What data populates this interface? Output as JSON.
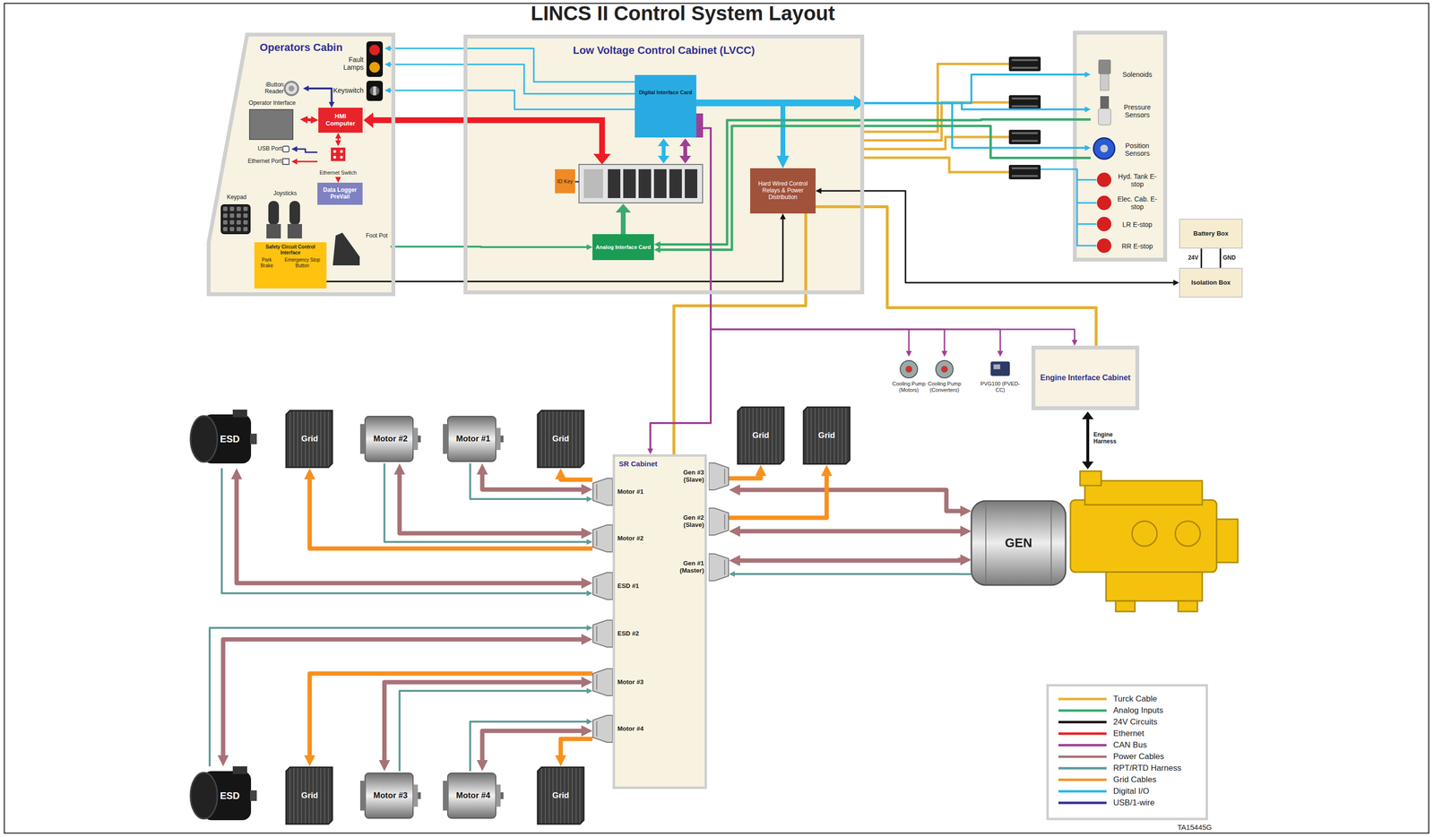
{
  "diagram": {
    "title": "LINCS II Control System Layout",
    "nodes": [
      {
        "text": [
          "Operators Cabin"
        ]
      },
      {
        "text": [
          "Fault Lamps"
        ],
        "in": 0
      },
      {
        "text": [
          "Keyswitch"
        ],
        "in": 0
      },
      {
        "text": [
          "iButton Reader"
        ],
        "in": 0
      },
      {
        "text": [
          "Operator Interface"
        ],
        "in": 0
      },
      {
        "text": [
          "HMI Computer"
        ],
        "in": 0
      },
      {
        "text": [
          "USB Port"
        ],
        "in": 0
      },
      {
        "text": [
          "Ethernet Port"
        ],
        "in": 0
      },
      {
        "text": [
          "Ethernet Switch"
        ],
        "in": 0
      },
      {
        "text": [
          "Data Logger PreVail"
        ],
        "in": 0
      },
      {
        "text": [
          "Keypad"
        ],
        "in": 0
      },
      {
        "text": [
          "Joysticks"
        ],
        "in": 0
      },
      {
        "text": [
          "Foot Pot"
        ],
        "in": 0
      },
      {
        "text": [
          "Safety Circuit Control Interface",
          "Park Brake",
          "Emergency Stop Button"
        ],
        "in": 0
      },
      {
        "text": [
          "Low Voltage Control Cabinet (LVCC)"
        ]
      },
      {
        "text": [
          "Digital Interface Card"
        ],
        "in": 14
      },
      {
        "text": [
          "ID Key"
        ],
        "in": 14
      },
      {
        "text": [
          "Analog Interface Card"
        ],
        "in": 14
      },
      {
        "text": [
          "Hard Wired Control Relays & Power Distribution"
        ],
        "in": 14
      },
      {
        "text": [
          "Solenoids"
        ]
      },
      {
        "text": [
          "Pressure Sensors"
        ]
      },
      {
        "text": [
          "Position Sensors"
        ]
      },
      {
        "text": [
          "Hyd. Tank E-stop"
        ]
      },
      {
        "text": [
          "Elec. Cab. E-stop"
        ]
      },
      {
        "text": [
          "LR E-stop"
        ]
      },
      {
        "text": [
          "RR E-stop"
        ]
      },
      {
        "text": [
          "Battery Box"
        ]
      },
      {
        "text": [
          "Isolation Box"
        ]
      },
      {
        "text": [
          "Engine Interface Cabinet"
        ]
      },
      {
        "text": [
          "Cooling Pump (Motors)"
        ]
      },
      {
        "text": [
          "Cooling Pump (Converters)"
        ]
      },
      {
        "text": [
          "PVG100 (PVED-CC)"
        ]
      },
      {
        "text": [
          "SR Cabinet"
        ]
      },
      {
        "text": [
          "Motor #1"
        ],
        "in": 32
      },
      {
        "text": [
          "Motor #2"
        ],
        "in": 32
      },
      {
        "text": [
          "ESD #1"
        ],
        "in": 32
      },
      {
        "text": [
          "ESD #2"
        ],
        "in": 32
      },
      {
        "text": [
          "Motor #3"
        ],
        "in": 32
      },
      {
        "text": [
          "Motor #4"
        ],
        "in": 32
      },
      {
        "text": [
          "Gen #3 (Slave)"
        ],
        "in": 32
      },
      {
        "text": [
          "Gen #2 (Slave)"
        ],
        "in": 32
      },
      {
        "text": [
          "Gen #1 (Master)"
        ],
        "in": 32
      },
      {
        "text": [
          "ESD"
        ]
      },
      {
        "text": [
          "Grid"
        ]
      },
      {
        "text": [
          "Motor #2"
        ]
      },
      {
        "text": [
          "Motor #1"
        ]
      },
      {
        "text": [
          "Grid"
        ]
      },
      {
        "text": [
          "Grid"
        ]
      },
      {
        "text": [
          "Grid"
        ]
      },
      {
        "text": [
          "GEN"
        ]
      },
      {
        "text": [
          "ESD"
        ]
      },
      {
        "text": [
          "Grid"
        ]
      },
      {
        "text": [
          "Motor #3"
        ]
      },
      {
        "text": [
          "Motor #4"
        ]
      },
      {
        "text": [
          "Grid"
        ]
      }
    ],
    "edges": [
      {
        "from": 4,
        "to": 5,
        "arrow": "both"
      },
      {
        "from": 3,
        "to": 5,
        "arrow": "both"
      },
      {
        "from": 5,
        "to": 8,
        "arrow": "both"
      },
      {
        "from": 8,
        "to": 6,
        "arrow": "to"
      },
      {
        "from": 8,
        "to": 7,
        "arrow": "to"
      },
      {
        "from": 8,
        "to": 9,
        "arrow": "to"
      },
      {
        "from": 15,
        "to": 1,
        "arrow": "to"
      },
      {
        "from": 15,
        "to": 1,
        "arrow": "to"
      },
      {
        "from": 15,
        "to": 2,
        "arrow": "to"
      },
      {
        "from": 15,
        "to": 18,
        "arrow": "to"
      },
      {
        "from": 15,
        "to": 19,
        "arrow": "both"
      },
      {
        "from": 15,
        "to": 20,
        "arrow": "both"
      },
      {
        "from": 15,
        "to": 21,
        "arrow": "both"
      },
      {
        "from": 20,
        "to": 17,
        "arrow": "to"
      },
      {
        "from": 21,
        "to": 17,
        "arrow": "to"
      },
      {
        "from": 12,
        "to": 17,
        "arrow": "to"
      },
      {
        "from": 13,
        "to": 18,
        "arrow": "to"
      },
      {
        "from": 18,
        "to": 27,
        "arrow": "both"
      },
      {
        "from": 26,
        "to": 27,
        "arrow": "none"
      },
      {
        "from": 26,
        "to": 27,
        "arrow": "none"
      },
      {
        "from": 18,
        "to": 32,
        "arrow": "none"
      },
      {
        "from": 18,
        "to": 28,
        "arrow": "none"
      },
      {
        "from": 15,
        "to": 32,
        "arrow": "to"
      },
      {
        "from": 15,
        "to": 29,
        "arrow": "to"
      },
      {
        "from": 15,
        "to": 30,
        "arrow": "to"
      },
      {
        "from": 15,
        "to": 31,
        "arrow": "to"
      },
      {
        "from": 15,
        "to": 28,
        "arrow": "to"
      },
      {
        "from": 45,
        "to": 33,
        "arrow": "both"
      },
      {
        "from": 45,
        "to": 33,
        "arrow": "to"
      },
      {
        "from": 33,
        "to": 46,
        "arrow": "to"
      },
      {
        "from": 44,
        "to": 34,
        "arrow": "both"
      },
      {
        "from": 44,
        "to": 34,
        "arrow": "to"
      },
      {
        "from": 34,
        "to": 43,
        "arrow": "to"
      },
      {
        "from": 42,
        "to": 35,
        "arrow": "both"
      },
      {
        "from": 42,
        "to": 35,
        "arrow": "to"
      },
      {
        "from": 50,
        "to": 36,
        "arrow": "to"
      },
      {
        "from": 36,
        "to": 50,
        "arrow": "both"
      },
      {
        "from": 37,
        "to": 51,
        "arrow": "to"
      },
      {
        "from": 37,
        "to": 52,
        "arrow": "both"
      },
      {
        "from": 52,
        "to": 37,
        "arrow": "to"
      },
      {
        "from": 53,
        "to": 38,
        "arrow": "to"
      },
      {
        "from": 38,
        "to": 53,
        "arrow": "both"
      },
      {
        "from": 38,
        "to": 54,
        "arrow": "to"
      },
      {
        "from": 39,
        "to": 47,
        "arrow": "to"
      },
      {
        "from": 39,
        "to": 49,
        "arrow": "both"
      },
      {
        "from": 40,
        "to": 48,
        "arrow": "to"
      },
      {
        "from": 40,
        "to": 49,
        "arrow": "both"
      },
      {
        "from": 41,
        "to": 49,
        "arrow": "both"
      },
      {
        "from": 49,
        "to": 41,
        "arrow": "to"
      }
    ],
    "labels": [
      "Engine Harness",
      "24V",
      "GND",
      "TA15445G"
    ],
    "legend": [
      {
        "text": "Turck Cable",
        "color": "#e5b030"
      },
      {
        "text": "Analog Inputs",
        "color": "#3aaa6e"
      },
      {
        "text": "24V Circuits",
        "color": "#111111"
      },
      {
        "text": "Ethernet",
        "color": "#ed1c24"
      },
      {
        "text": "CAN Bus",
        "color": "#9e3f96"
      },
      {
        "text": "Power Cables",
        "color": "#a87276"
      },
      {
        "text": "RPT/RTD Harness",
        "color": "#5e9a97"
      },
      {
        "text": "Grid Cables",
        "color": "#f7901e"
      },
      {
        "text": "Digital I/O",
        "color": "#29b6e8"
      },
      {
        "text": "USB/1-wire",
        "color": "#2e3192"
      }
    ]
  }
}
